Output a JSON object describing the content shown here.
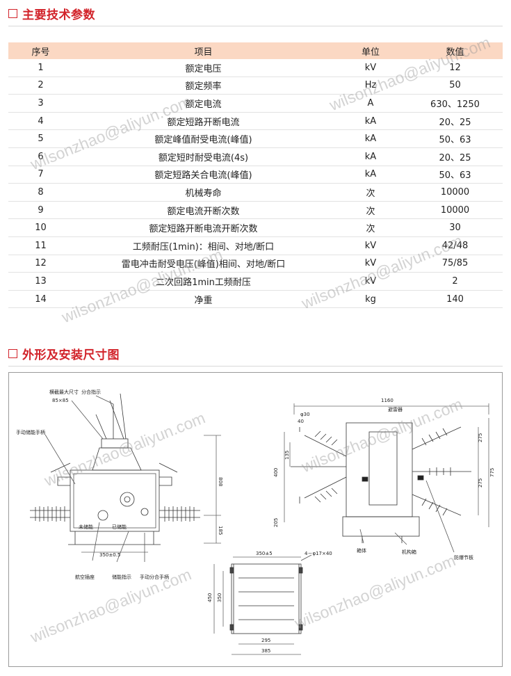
{
  "section1": {
    "title": "主要技术参数"
  },
  "section2": {
    "title": "外形及安装尺寸图"
  },
  "table": {
    "headers": [
      "序号",
      "项目",
      "单位",
      "数值"
    ],
    "rows": [
      [
        "1",
        "额定电压",
        "kV",
        "12"
      ],
      [
        "2",
        "额定频率",
        "Hz",
        "50"
      ],
      [
        "3",
        "额定电流",
        "A",
        "630、1250"
      ],
      [
        "4",
        "额定短路开断电流",
        "kA",
        "20、25"
      ],
      [
        "5",
        "额定峰值耐受电流(峰值)",
        "kA",
        "50、63"
      ],
      [
        "6",
        "额定短时耐受电流(4s)",
        "kA",
        "20、25"
      ],
      [
        "7",
        "额定短路关合电流(峰值)",
        "kA",
        "50、63"
      ],
      [
        "8",
        "机械寿命",
        "次",
        "10000"
      ],
      [
        "9",
        "额定电流开断次数",
        "次",
        "10000"
      ],
      [
        "10",
        "额定短路开断电流开断次数",
        "次",
        "30"
      ],
      [
        "11",
        "工频耐压(1min)：相间、对地/断口",
        "kV",
        "42/48"
      ],
      [
        "12",
        "雷电冲击耐受电压(峰值)相间、对地/断口",
        "kV",
        "75/85"
      ],
      [
        "13",
        "二次回路1min工频耐压",
        "kV",
        "2"
      ],
      [
        "14",
        "净重",
        "kg",
        "140"
      ]
    ]
  },
  "drawing": {
    "labels": {
      "side_max_size": "横截最大尺寸",
      "side_max_dim": "85×85",
      "on_off_indicator": "分合指示",
      "manual_energy_handle": "手动储能手柄",
      "not_stored": "未储能",
      "stored": "已储能",
      "aviation_plug": "航空插座",
      "energy_indicator": "储能指示",
      "manual_open_close_handle": "手动分合手柄",
      "dim_808": "808",
      "dim_185": "185",
      "dim_350_05": "350±0.5",
      "dim_1160": "1160",
      "dim_phi30": "φ30",
      "dim_40": "40",
      "dim_400": "400",
      "dim_135": "135",
      "dim_205": "205",
      "dim_275a": "275",
      "dim_275b": "275",
      "dim_775": "775",
      "arrester": "避雷器",
      "box": "箱体",
      "mechanism": "机构箱",
      "anti_pollution": "防爆节板",
      "dim_350_5": "350±5",
      "holes": "4－φ17×40",
      "dim_450": "450",
      "dim_350": "350",
      "dim_295": "295",
      "dim_385": "385"
    }
  },
  "watermark": "wilsonzhao@aliyun.com"
}
